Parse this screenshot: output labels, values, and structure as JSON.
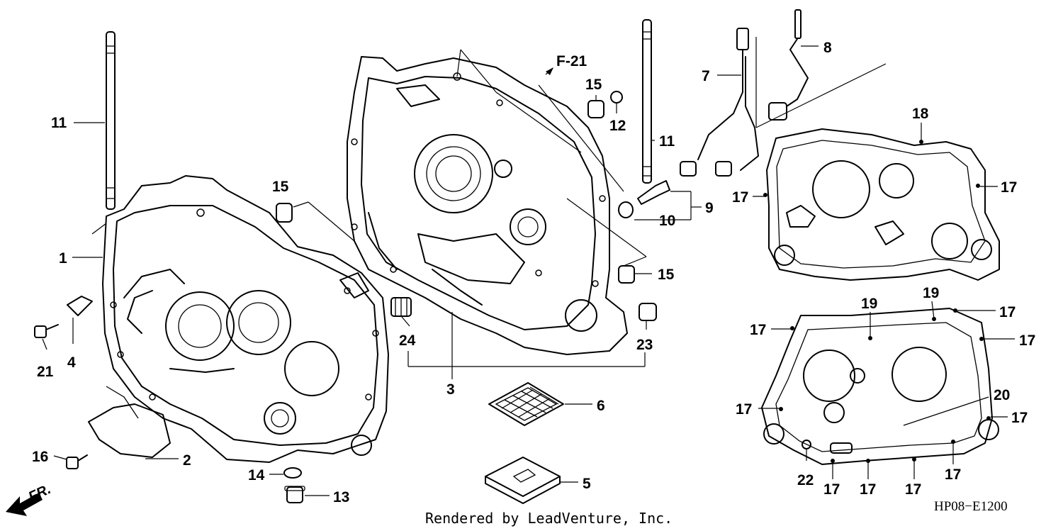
{
  "diagram": {
    "reference": "F-21",
    "direction": "FR.",
    "code": "HP08−E1200",
    "credit": "Rendered by LeadVenture, Inc.",
    "callouts": {
      "c1": "1",
      "c2": "2",
      "c3": "3",
      "c4": "4",
      "c5": "5",
      "c6": "6",
      "c7": "7",
      "c8": "8",
      "c9": "9",
      "c10": "10",
      "c11a": "11",
      "c11b": "11",
      "c12": "12",
      "c13": "13",
      "c14": "14",
      "c15a": "15",
      "c15b": "15",
      "c15c": "15",
      "c16": "16",
      "c17a": "17",
      "c17b": "17",
      "c17c": "17",
      "c17d": "17",
      "c17e": "17",
      "c17f": "17",
      "c17g": "17",
      "c17h": "17",
      "c17i": "17",
      "c17j": "17",
      "c17k": "17",
      "c18": "18",
      "c19a": "19",
      "c19b": "19",
      "c20": "20",
      "c21": "21",
      "c22": "22",
      "c23": "23",
      "c24": "24"
    }
  }
}
